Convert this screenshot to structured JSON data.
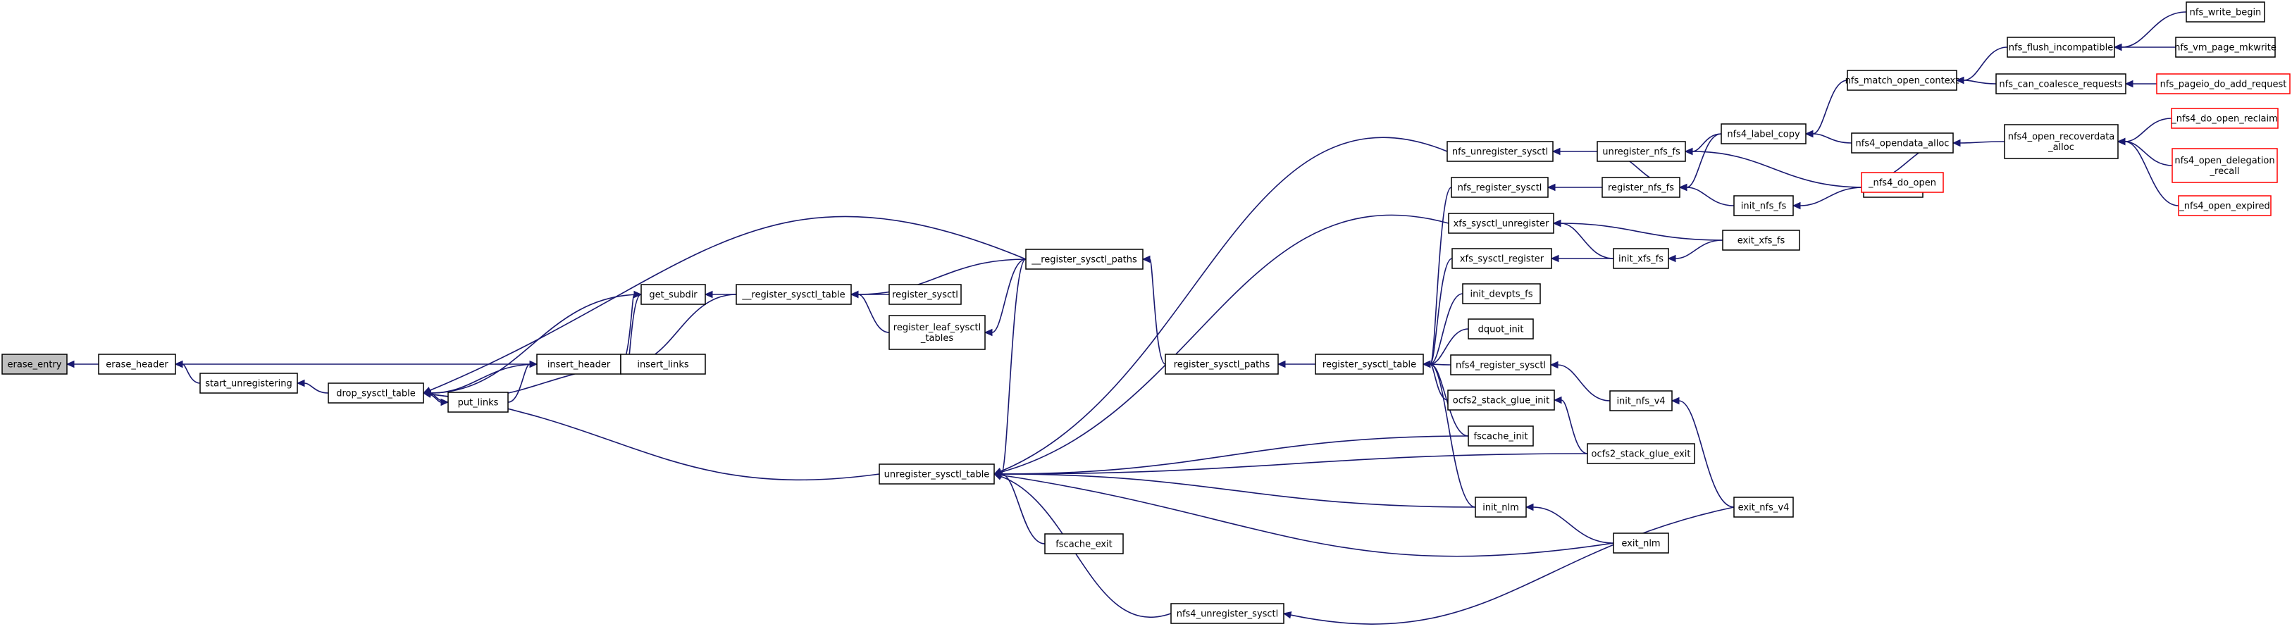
{
  "colors": {
    "edge": "#191970",
    "truncated_border": "#ff0000",
    "root_fill": "#bfbfbf",
    "node_border": "#000000",
    "background": "#ffffff"
  },
  "nodes": [
    {
      "id": "erase_entry",
      "lines": [
        "erase_entry"
      ],
      "root": true
    },
    {
      "id": "erase_header",
      "lines": [
        "erase_header"
      ]
    },
    {
      "id": "start_unregistering",
      "lines": [
        "start_unregistering"
      ]
    },
    {
      "id": "drop_sysctl_table",
      "lines": [
        "drop_sysctl_table"
      ]
    },
    {
      "id": "get_subdir",
      "lines": [
        "get_subdir"
      ]
    },
    {
      "id": "put_links",
      "lines": [
        "put_links"
      ]
    },
    {
      "id": "insert_header",
      "lines": [
        "insert_header"
      ]
    },
    {
      "id": "insert_links",
      "lines": [
        "insert_links"
      ]
    },
    {
      "id": "__register_sysctl_table",
      "lines": [
        "__register_sysctl_table"
      ]
    },
    {
      "id": "register_sysctl",
      "lines": [
        "register_sysctl"
      ]
    },
    {
      "id": "register_leaf_sysctl_tables",
      "lines": [
        "register_leaf_sysctl",
        "_tables"
      ]
    },
    {
      "id": "__register_sysctl_paths",
      "lines": [
        "__register_sysctl_paths"
      ]
    },
    {
      "id": "unregister_sysctl_table",
      "lines": [
        "unregister_sysctl_table"
      ]
    },
    {
      "id": "fscache_exit",
      "lines": [
        "fscache_exit"
      ]
    },
    {
      "id": "register_sysctl_paths",
      "lines": [
        "register_sysctl_paths"
      ]
    },
    {
      "id": "nfs4_unregister_sysctl",
      "lines": [
        "nfs4_unregister_sysctl"
      ]
    },
    {
      "id": "nfs_unregister_sysctl",
      "lines": [
        "nfs_unregister_sysctl"
      ]
    },
    {
      "id": "nfs_register_sysctl",
      "lines": [
        "nfs_register_sysctl"
      ]
    },
    {
      "id": "xfs_sysctl_unregister",
      "lines": [
        "xfs_sysctl_unregister"
      ]
    },
    {
      "id": "xfs_sysctl_register",
      "lines": [
        "xfs_sysctl_register"
      ]
    },
    {
      "id": "init_devpts_fs",
      "lines": [
        "init_devpts_fs"
      ]
    },
    {
      "id": "dquot_init",
      "lines": [
        "dquot_init"
      ]
    },
    {
      "id": "register_sysctl_table",
      "lines": [
        "register_sysctl_table"
      ]
    },
    {
      "id": "nfs4_register_sysctl",
      "lines": [
        "nfs4_register_sysctl"
      ]
    },
    {
      "id": "ocfs2_stack_glue_init",
      "lines": [
        "ocfs2_stack_glue_init"
      ]
    },
    {
      "id": "fscache_init",
      "lines": [
        "fscache_init"
      ]
    },
    {
      "id": "ocfs2_stack_glue_exit",
      "lines": [
        "ocfs2_stack_glue_exit"
      ]
    },
    {
      "id": "init_nlm",
      "lines": [
        "init_nlm"
      ]
    },
    {
      "id": "exit_nlm",
      "lines": [
        "exit_nlm"
      ]
    },
    {
      "id": "unregister_nfs_fs",
      "lines": [
        "unregister_nfs_fs"
      ]
    },
    {
      "id": "register_nfs_fs",
      "lines": [
        "register_nfs_fs"
      ]
    },
    {
      "id": "init_xfs_fs",
      "lines": [
        "init_xfs_fs"
      ]
    },
    {
      "id": "init_nfs_v4",
      "lines": [
        "init_nfs_v4"
      ]
    },
    {
      "id": "exit_nfs_v4",
      "lines": [
        "exit_nfs_v4"
      ]
    },
    {
      "id": "nfs4_label_copy",
      "lines": [
        "nfs4_label_copy"
      ]
    },
    {
      "id": "init_nfs_fs",
      "lines": [
        "init_nfs_fs"
      ]
    },
    {
      "id": "exit_nfs_fs",
      "lines": [
        "exit_nfs_fs"
      ]
    },
    {
      "id": "exit_xfs_fs",
      "lines": [
        "exit_xfs_fs"
      ]
    },
    {
      "id": "nfs_match_open_context",
      "lines": [
        "nfs_match_open_context"
      ]
    },
    {
      "id": "nfs4_opendata_alloc",
      "lines": [
        "nfs4_opendata_alloc"
      ]
    },
    {
      "id": "_nfs4_do_open",
      "lines": [
        "_nfs4_do_open"
      ],
      "truncated": true
    },
    {
      "id": "nfs_flush_incompatible",
      "lines": [
        "nfs_flush_incompatible"
      ]
    },
    {
      "id": "nfs_can_coalesce_requests",
      "lines": [
        "nfs_can_coalesce_requests"
      ]
    },
    {
      "id": "nfs4_open_recoverdata_alloc",
      "lines": [
        "nfs4_open_recoverdata",
        "_alloc"
      ]
    },
    {
      "id": "nfs_write_begin",
      "lines": [
        "nfs_write_begin"
      ]
    },
    {
      "id": "nfs_vm_page_mkwrite",
      "lines": [
        "nfs_vm_page_mkwrite"
      ]
    },
    {
      "id": "nfs_pageio_do_add_request",
      "lines": [
        "nfs_pageio_do_add_request"
      ],
      "truncated": true
    },
    {
      "id": "_nfs4_do_open_reclaim",
      "lines": [
        "_nfs4_do_open_reclaim"
      ],
      "truncated": true
    },
    {
      "id": "nfs4_open_delegation_recall",
      "lines": [
        "nfs4_open_delegation",
        "_recall"
      ],
      "truncated": true
    },
    {
      "id": "_nfs4_open_expired",
      "lines": [
        "_nfs4_open_expired"
      ],
      "truncated": true
    }
  ],
  "edges": [
    [
      "erase_header",
      "erase_entry"
    ],
    [
      "start_unregistering",
      "erase_header"
    ],
    [
      "insert_header",
      "erase_header"
    ],
    [
      "drop_sysctl_table",
      "start_unregistering"
    ],
    [
      "get_subdir",
      "drop_sysctl_table"
    ],
    [
      "put_links",
      "drop_sysctl_table"
    ],
    [
      "insert_header",
      "drop_sysctl_table"
    ],
    [
      "insert_links",
      "drop_sysctl_table"
    ],
    [
      "__register_sysctl_paths",
      "drop_sysctl_table"
    ],
    [
      "unregister_sysctl_table",
      "drop_sysctl_table"
    ],
    [
      "drop_sysctl_table",
      "put_links"
    ],
    [
      "insert_header",
      "get_subdir"
    ],
    [
      "__register_sysctl_table",
      "get_subdir"
    ],
    [
      "put_links",
      "insert_header"
    ],
    [
      "insert_links",
      "insert_header"
    ],
    [
      "get_subdir",
      "insert_header"
    ],
    [
      "__register_sysctl_table",
      "insert_header"
    ],
    [
      "insert_header",
      "insert_links"
    ],
    [
      "register_sysctl",
      "__register_sysctl_table"
    ],
    [
      "register_leaf_sysctl_tables",
      "__register_sysctl_table"
    ],
    [
      "__register_sysctl_paths",
      "__register_sysctl_table"
    ],
    [
      "__register_sysctl_paths",
      "register_leaf_sysctl_tables"
    ],
    [
      "register_sysctl_paths",
      "__register_sysctl_paths"
    ],
    [
      "__register_sysctl_paths",
      "unregister_sysctl_table"
    ],
    [
      "fscache_exit",
      "unregister_sysctl_table"
    ],
    [
      "nfs4_unregister_sysctl",
      "unregister_sysctl_table"
    ],
    [
      "nfs_unregister_sysctl",
      "unregister_sysctl_table"
    ],
    [
      "xfs_sysctl_unregister",
      "unregister_sysctl_table"
    ],
    [
      "fscache_init",
      "unregister_sysctl_table"
    ],
    [
      "ocfs2_stack_glue_exit",
      "unregister_sysctl_table"
    ],
    [
      "init_nlm",
      "unregister_sysctl_table"
    ],
    [
      "exit_nlm",
      "unregister_sysctl_table"
    ],
    [
      "register_sysctl_table",
      "register_sysctl_paths"
    ],
    [
      "exit_nfs_v4",
      "nfs4_unregister_sysctl"
    ],
    [
      "nfs_register_sysctl",
      "register_sysctl_table"
    ],
    [
      "xfs_sysctl_register",
      "register_sysctl_table"
    ],
    [
      "init_devpts_fs",
      "register_sysctl_table"
    ],
    [
      "dquot_init",
      "register_sysctl_table"
    ],
    [
      "nfs4_register_sysctl",
      "register_sysctl_table"
    ],
    [
      "ocfs2_stack_glue_init",
      "register_sysctl_table"
    ],
    [
      "fscache_init",
      "register_sysctl_table"
    ],
    [
      "init_nlm",
      "register_sysctl_table"
    ],
    [
      "unregister_nfs_fs",
      "nfs_unregister_sysctl"
    ],
    [
      "register_nfs_fs",
      "nfs_register_sysctl"
    ],
    [
      "init_xfs_fs",
      "xfs_sysctl_unregister"
    ],
    [
      "exit_xfs_fs",
      "xfs_sysctl_unregister"
    ],
    [
      "init_xfs_fs",
      "xfs_sysctl_register"
    ],
    [
      "init_nfs_v4",
      "nfs4_register_sysctl"
    ],
    [
      "ocfs2_stack_glue_exit",
      "ocfs2_stack_glue_init"
    ],
    [
      "exit_nlm",
      "init_nlm"
    ],
    [
      "register_nfs_fs",
      "unregister_nfs_fs"
    ],
    [
      "nfs4_label_copy",
      "unregister_nfs_fs"
    ],
    [
      "exit_nfs_fs",
      "unregister_nfs_fs"
    ],
    [
      "nfs4_label_copy",
      "register_nfs_fs"
    ],
    [
      "init_nfs_fs",
      "register_nfs_fs"
    ],
    [
      "exit_xfs_fs",
      "init_xfs_fs"
    ],
    [
      "exit_nfs_v4",
      "init_nfs_v4"
    ],
    [
      "exit_nfs_fs",
      "init_nfs_fs"
    ],
    [
      "nfs_match_open_context",
      "nfs4_label_copy"
    ],
    [
      "nfs4_opendata_alloc",
      "nfs4_label_copy"
    ],
    [
      "nfs_flush_incompatible",
      "nfs_match_open_context"
    ],
    [
      "nfs_can_coalesce_requests",
      "nfs_match_open_context"
    ],
    [
      "_nfs4_do_open",
      "nfs4_opendata_alloc"
    ],
    [
      "nfs4_open_recoverdata_alloc",
      "nfs4_opendata_alloc"
    ],
    [
      "nfs_write_begin",
      "nfs_flush_incompatible"
    ],
    [
      "nfs_vm_page_mkwrite",
      "nfs_flush_incompatible"
    ],
    [
      "nfs_pageio_do_add_request",
      "nfs_can_coalesce_requests"
    ],
    [
      "_nfs4_do_open_reclaim",
      "nfs4_open_recoverdata_alloc"
    ],
    [
      "nfs4_open_delegation_recall",
      "nfs4_open_recoverdata_alloc"
    ],
    [
      "_nfs4_open_expired",
      "nfs4_open_recoverdata_alloc"
    ]
  ]
}
